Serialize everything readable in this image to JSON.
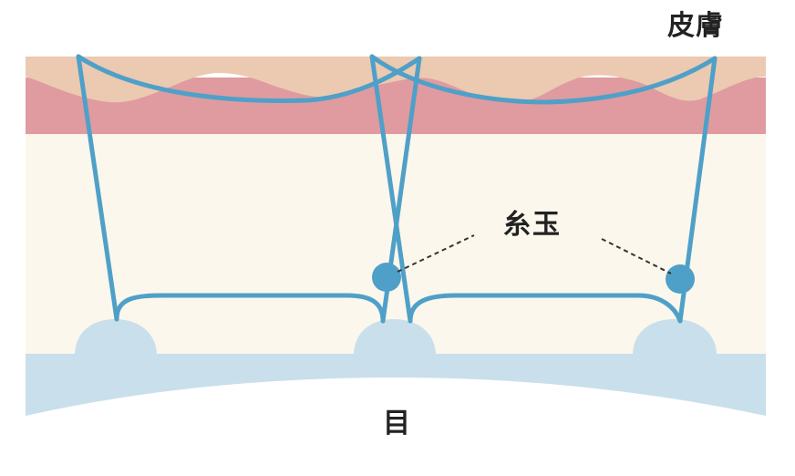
{
  "labels": {
    "skin": "皮膚",
    "knot": "糸玉",
    "eye": "目"
  },
  "colors": {
    "background": "#ffffff",
    "subcutaneous": "#fbf7ec",
    "dermis": "#df9ba0",
    "epidermis": "#ecc9b1",
    "eyeball": "#c9dfec",
    "tarsal_bumps": "#c9dfec",
    "suture": "#4fa0c8",
    "knot": "#4fa0c8",
    "leader_line": "#333333",
    "text": "#222222"
  },
  "icons": {
    "knot": "suture-knot-icon"
  }
}
